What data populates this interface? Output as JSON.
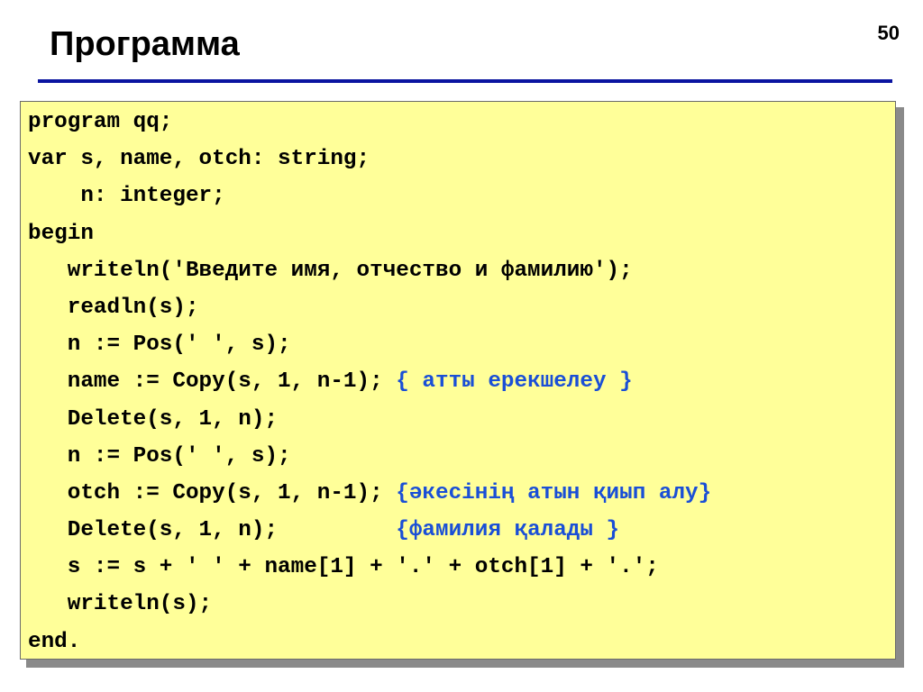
{
  "slide": {
    "title": "Программа",
    "page_number": "50"
  },
  "code": {
    "lines": [
      {
        "text": "program qq;",
        "comment": ""
      },
      {
        "text": "var s, name, otch: string;",
        "comment": ""
      },
      {
        "text": "    n: integer;",
        "comment": ""
      },
      {
        "text": "begin",
        "comment": ""
      },
      {
        "text": "   writeln('Введите имя, отчество и фамилию');",
        "comment": ""
      },
      {
        "text": "   readln(s);",
        "comment": ""
      },
      {
        "text": "   n := Pos(' ', s);",
        "comment": ""
      },
      {
        "text": "   name := Copy(s, 1, n-1); ",
        "comment": "{ атты ерекшелеу }"
      },
      {
        "text": "   Delete(s, 1, n);",
        "comment": ""
      },
      {
        "text": "   n := Pos(' ', s);",
        "comment": ""
      },
      {
        "text": "   otch := Copy(s, 1, n-1); ",
        "comment": "{әкесінің атын қиып алу}"
      },
      {
        "text": "   Delete(s, 1, n);         ",
        "comment": "{фамилия қалады }"
      },
      {
        "text": "   s := s + ' ' + name[1] + '.' + otch[1] + '.';",
        "comment": ""
      },
      {
        "text": "   writeln(s);",
        "comment": ""
      },
      {
        "text": "end.",
        "comment": ""
      }
    ]
  },
  "colors": {
    "code_background": "#ffff99",
    "title_rule": "#0a14a0",
    "comment_text": "#1a4fd6"
  }
}
